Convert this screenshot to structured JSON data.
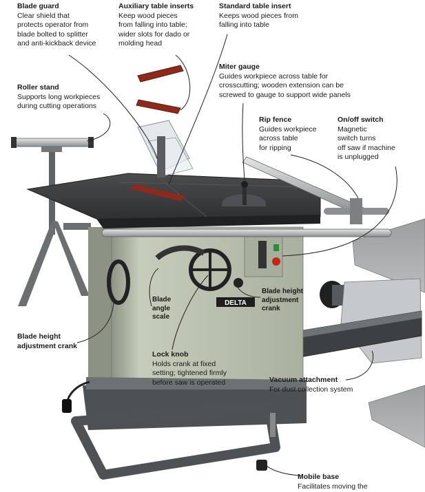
{
  "labels": {
    "blade_guard": {
      "title": "Blade guard",
      "desc": "Clear shield that\nprotects operator from\nblade bolted to splitter\nand anti-kickback device"
    },
    "aux_inserts": {
      "title": "Auxiliary table inserts",
      "desc": "Keep wood pieces\nfrom falling into table;\nwider slots for dado or\nmolding head"
    },
    "std_insert": {
      "title": "Standard table insert",
      "desc": "Keeps wood pieces from\nfalling into table"
    },
    "miter_gauge": {
      "title": "Miter gauge",
      "desc": "Guides workpiece across table for\ncrosscutting; wooden extension can be\nscrewed to gauge to support wide panels"
    },
    "roller_stand": {
      "title": "Roller stand",
      "desc": "Supports long workpieces\nduring cutting operations"
    },
    "rip_fence": {
      "title": "Rip fence",
      "desc": "Guides workpiece\nacross table\nfor ripping"
    },
    "onoff_switch": {
      "title": "On/off switch",
      "desc": "Magnetic\nswitch turns\noff saw if machine\nis unplugged"
    },
    "blade_angle": {
      "title": "Blade\nangle\nscale"
    },
    "blade_height_right": {
      "title": "Blade height\nadjustment\ncrank"
    },
    "blade_height_left": {
      "title": "Blade height\nadjustment crank"
    },
    "lock_knob": {
      "title": "Lock knob",
      "desc": "Holds crank at fixed\nsetting; tightened firmly\nbefore saw is operated"
    },
    "vacuum": {
      "title": "Vacuum attachment",
      "desc": "For dust collection system"
    },
    "mobile_base": {
      "title": "Mobile base",
      "desc": "Facilitates moving the"
    }
  },
  "brand": "DELTA",
  "colors": {
    "cabinet": "#b9bfae",
    "table": "#3b3d3e",
    "insert_red": "#8e2a1c",
    "base": "#6a6e71",
    "steel": "#c9cccf"
  }
}
